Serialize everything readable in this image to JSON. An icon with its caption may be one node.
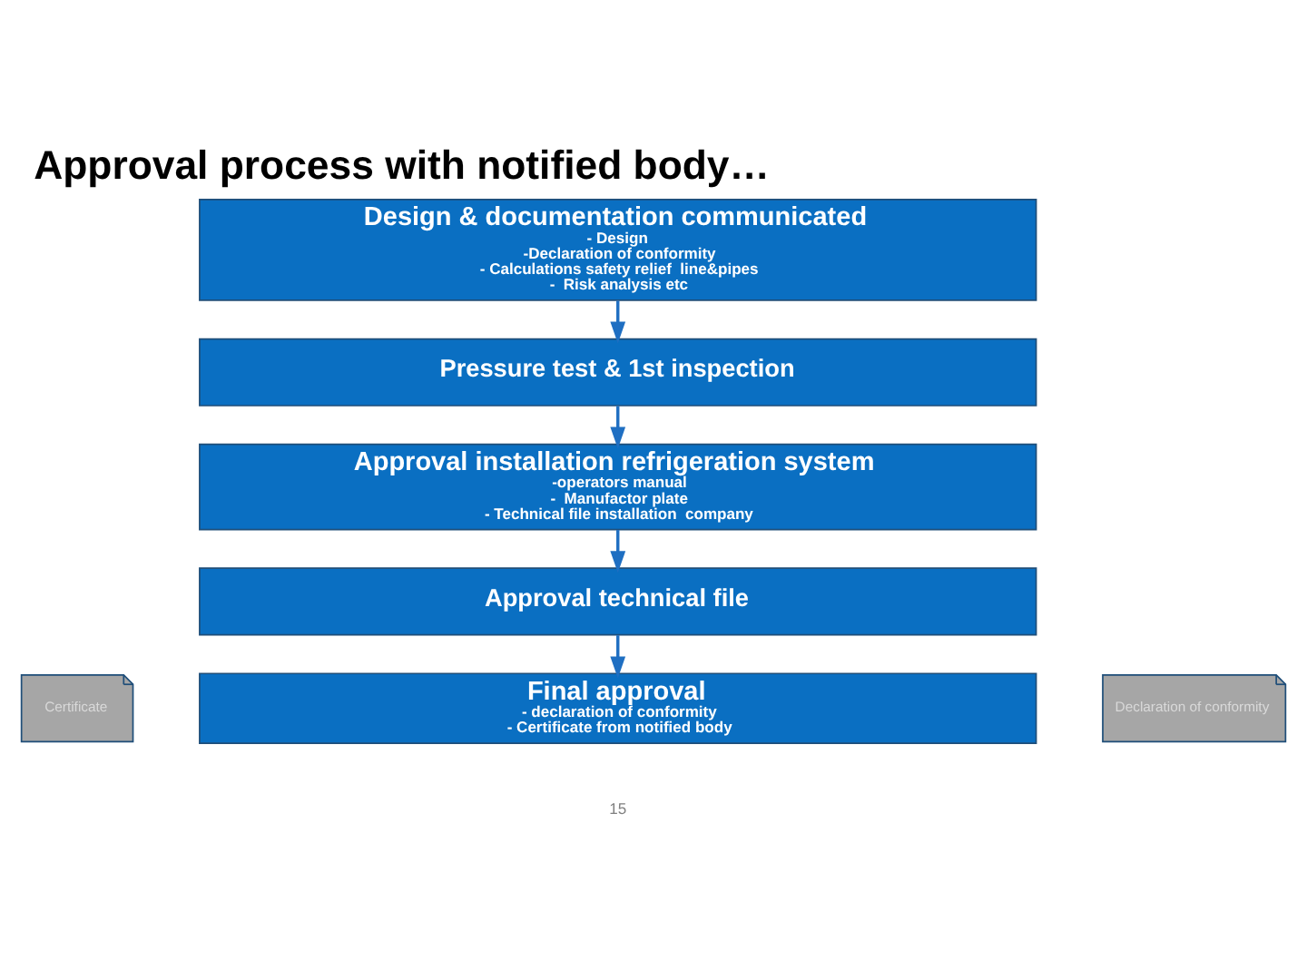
{
  "diagram": {
    "title": "Approval process with notified body…",
    "nodes": [
      {
        "text": [
          "Design & documentation communicated",
          "- Design",
          "-Declaration of conformity",
          "- Calculations safety relief  line&pipes",
          "-  Risk analysis etc"
        ]
      },
      {
        "text": [
          "Pressure test & 1st inspection"
        ]
      },
      {
        "text": [
          "Approval installation refrigeration system",
          "-operators manual",
          "-  Manufactor plate",
          "- Technical file installation  company"
        ]
      },
      {
        "text": [
          "Approval technical file"
        ]
      },
      {
        "text": [
          "Final approval",
          "- declaration of conformity",
          "- Certificate from notified body"
        ]
      },
      {
        "text": [
          "Certificate"
        ]
      },
      {
        "text": [
          "Declaration of conformity"
        ]
      }
    ],
    "edges": [
      {
        "from": 0,
        "to": 1,
        "arrow": "to"
      },
      {
        "from": 1,
        "to": 2,
        "arrow": "to"
      },
      {
        "from": 2,
        "to": 3,
        "arrow": "to"
      },
      {
        "from": 3,
        "to": 4,
        "arrow": "to"
      }
    ],
    "labels": [
      "15"
    ]
  }
}
